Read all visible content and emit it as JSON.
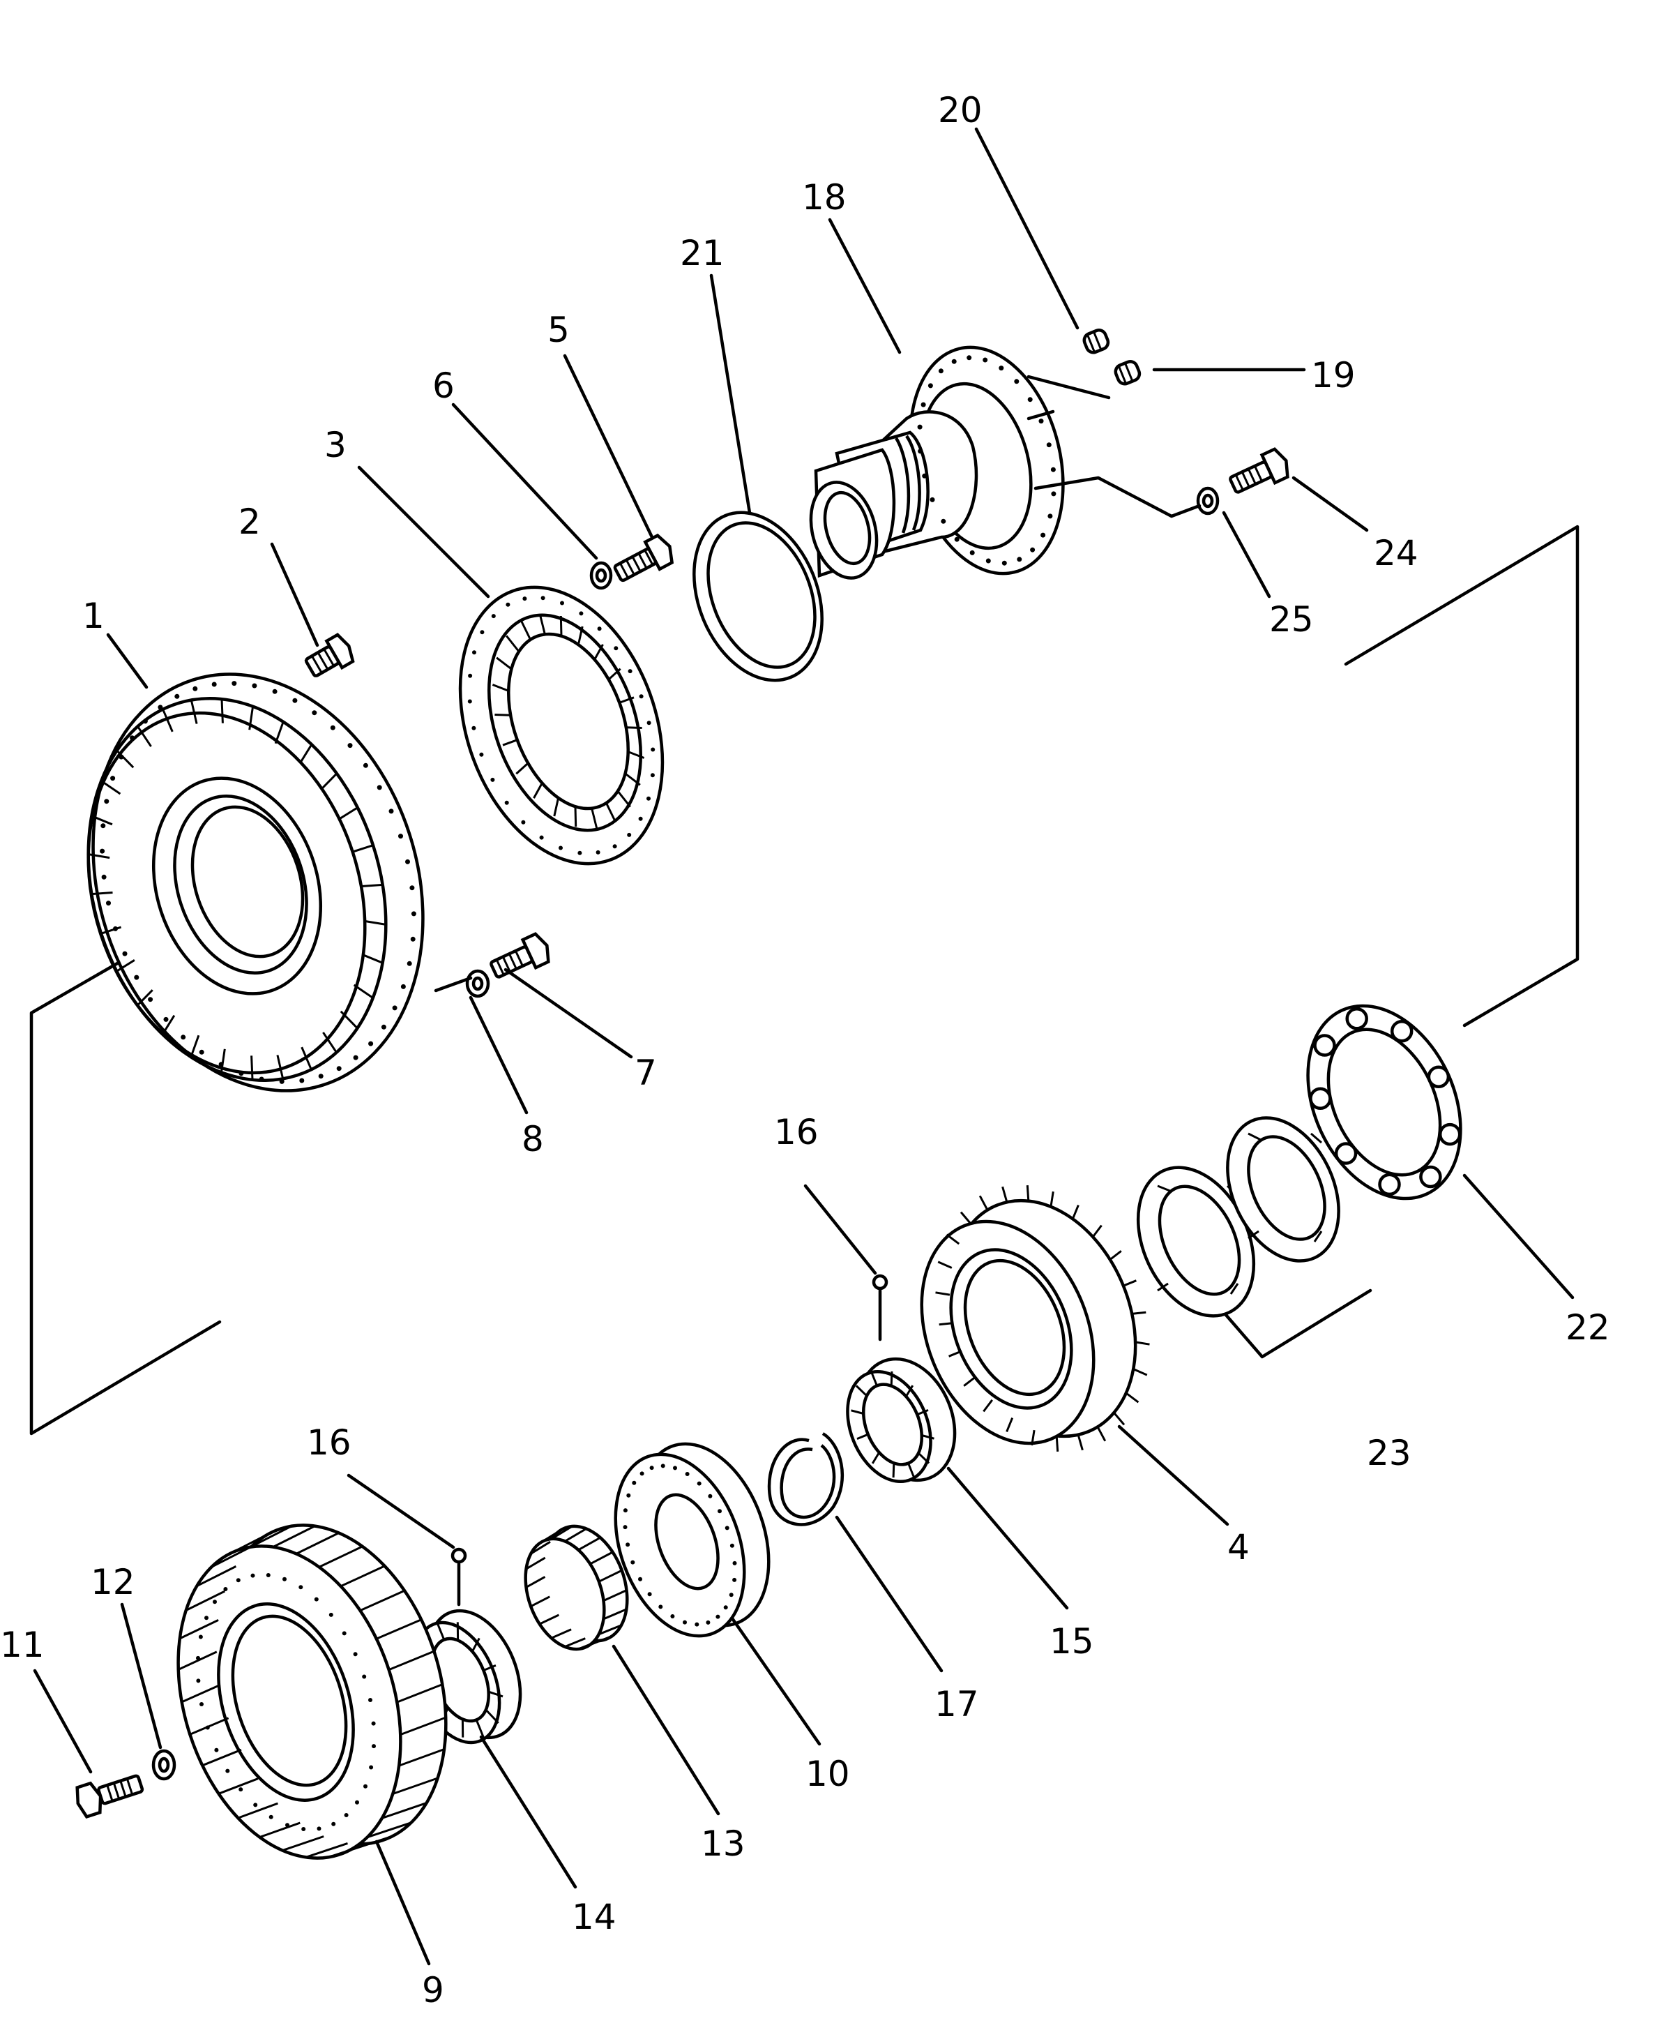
{
  "labels": [
    {
      "id": "p1",
      "text": "1"
    },
    {
      "id": "p2",
      "text": "2"
    },
    {
      "id": "p3",
      "text": "3"
    },
    {
      "id": "p4",
      "text": "4"
    },
    {
      "id": "p5",
      "text": "5"
    },
    {
      "id": "p6",
      "text": "6"
    },
    {
      "id": "p7",
      "text": "7"
    },
    {
      "id": "p8",
      "text": "8"
    },
    {
      "id": "p9",
      "text": "9"
    },
    {
      "id": "p10",
      "text": "10"
    },
    {
      "id": "p11",
      "text": "11"
    },
    {
      "id": "p12",
      "text": "12"
    },
    {
      "id": "p13",
      "text": "13"
    },
    {
      "id": "p14",
      "text": "14"
    },
    {
      "id": "p15",
      "text": "15"
    },
    {
      "id": "p16a",
      "text": "16"
    },
    {
      "id": "p16b",
      "text": "16"
    },
    {
      "id": "p17",
      "text": "17"
    },
    {
      "id": "p18",
      "text": "18"
    },
    {
      "id": "p19",
      "text": "19"
    },
    {
      "id": "p20",
      "text": "20"
    },
    {
      "id": "p21",
      "text": "21"
    },
    {
      "id": "p22",
      "text": "22"
    },
    {
      "id": "p23",
      "text": "23"
    },
    {
      "id": "p24",
      "text": "24"
    },
    {
      "id": "p25",
      "text": "25"
    }
  ]
}
